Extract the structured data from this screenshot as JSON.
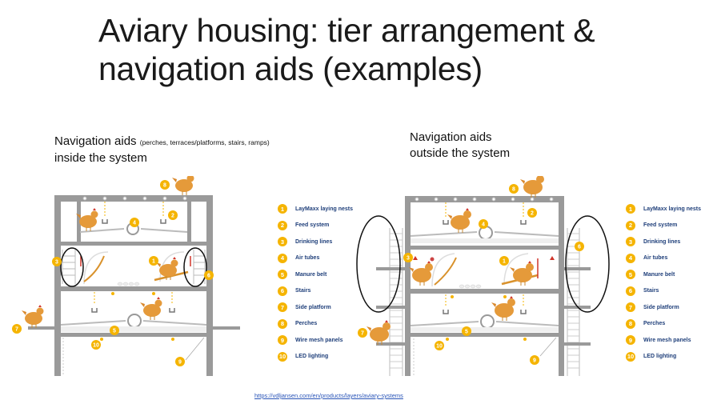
{
  "slide": {
    "title_line1": "Aviary housing: tier arrangement &",
    "title_line2": "navigation aids (examples)"
  },
  "left_panel": {
    "heading_main": "Navigation aids",
    "heading_note": "(perches, terraces/platforms, stairs, ramps)",
    "heading_line2": "inside the system"
  },
  "right_panel": {
    "heading_line1": "Navigation aids",
    "heading_line2": "outside the system"
  },
  "legend": {
    "items": [
      {
        "num": "1",
        "label": "LayMaxx laying nests"
      },
      {
        "num": "2",
        "label": "Feed system"
      },
      {
        "num": "3",
        "label": "Drinking lines"
      },
      {
        "num": "4",
        "label": "Air tubes"
      },
      {
        "num": "5",
        "label": "Manure belt"
      },
      {
        "num": "6",
        "label": "Stairs"
      },
      {
        "num": "7",
        "label": "Side platform"
      },
      {
        "num": "8",
        "label": "Perches"
      },
      {
        "num": "9",
        "label": "Wire mesh panels"
      },
      {
        "num": "10",
        "label": "LED lighting"
      }
    ]
  },
  "diagram_labels": {
    "n1": "1",
    "n2": "2",
    "n3": "3",
    "n4": "4",
    "n5": "5",
    "n6": "6",
    "n7": "7",
    "n8": "8",
    "n9": "9",
    "n10": "10"
  },
  "colors": {
    "structure_gray": "#9a9a9a",
    "badge_yellow": "#f5b400",
    "hen_orange": "#e59a3a",
    "legend_text": "#1f3f7a",
    "highlight_ellipse": "#111111",
    "link_blue": "#2a55b8"
  },
  "source": {
    "url": "https://vdljansen.com/en/products/layers/aviary-systems"
  }
}
